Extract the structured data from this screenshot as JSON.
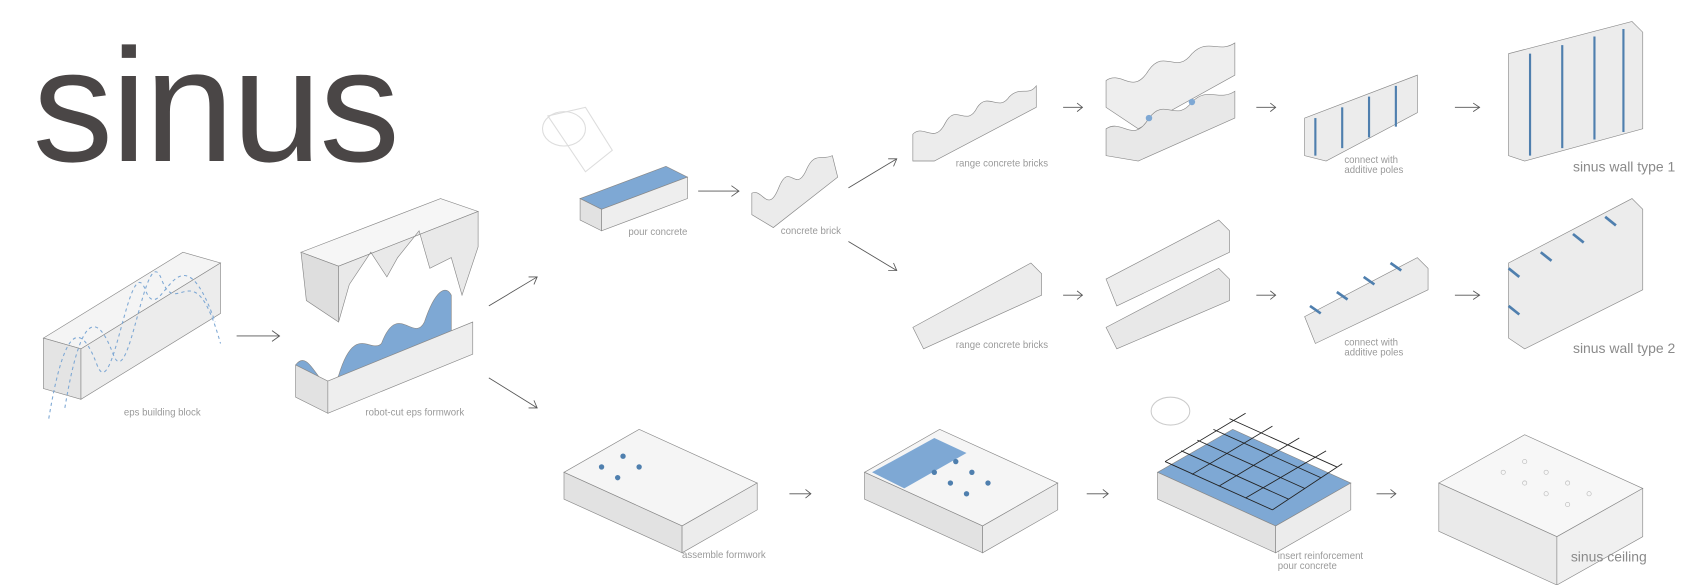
{
  "title": "sinus",
  "labels": {
    "eps_block": "eps building block",
    "robot_cut": "robot-cut eps formwork",
    "pour_concrete": "pour concrete",
    "concrete_brick": "concrete brick",
    "range_bricks_1": "range concrete bricks",
    "range_bricks_2": "range concrete bricks",
    "connect_1_line1": "connect with",
    "connect_1_line2": "additive poles",
    "connect_2_line1": "connect with",
    "connect_2_line2": "additive poles",
    "wall_type_1": "sinus wall type 1",
    "wall_type_2": "sinus wall type 2",
    "assemble_formwork": "assemble formwork",
    "insert_line1": "insert reinforcement",
    "insert_line2": "pour concrete",
    "sinus_ceiling": "sinus ceiling"
  },
  "colors": {
    "accent_blue": "#7ea8d4",
    "pole_blue": "#4f7fae",
    "grey_face": "#e6e6e6",
    "title": "#4a4646"
  }
}
